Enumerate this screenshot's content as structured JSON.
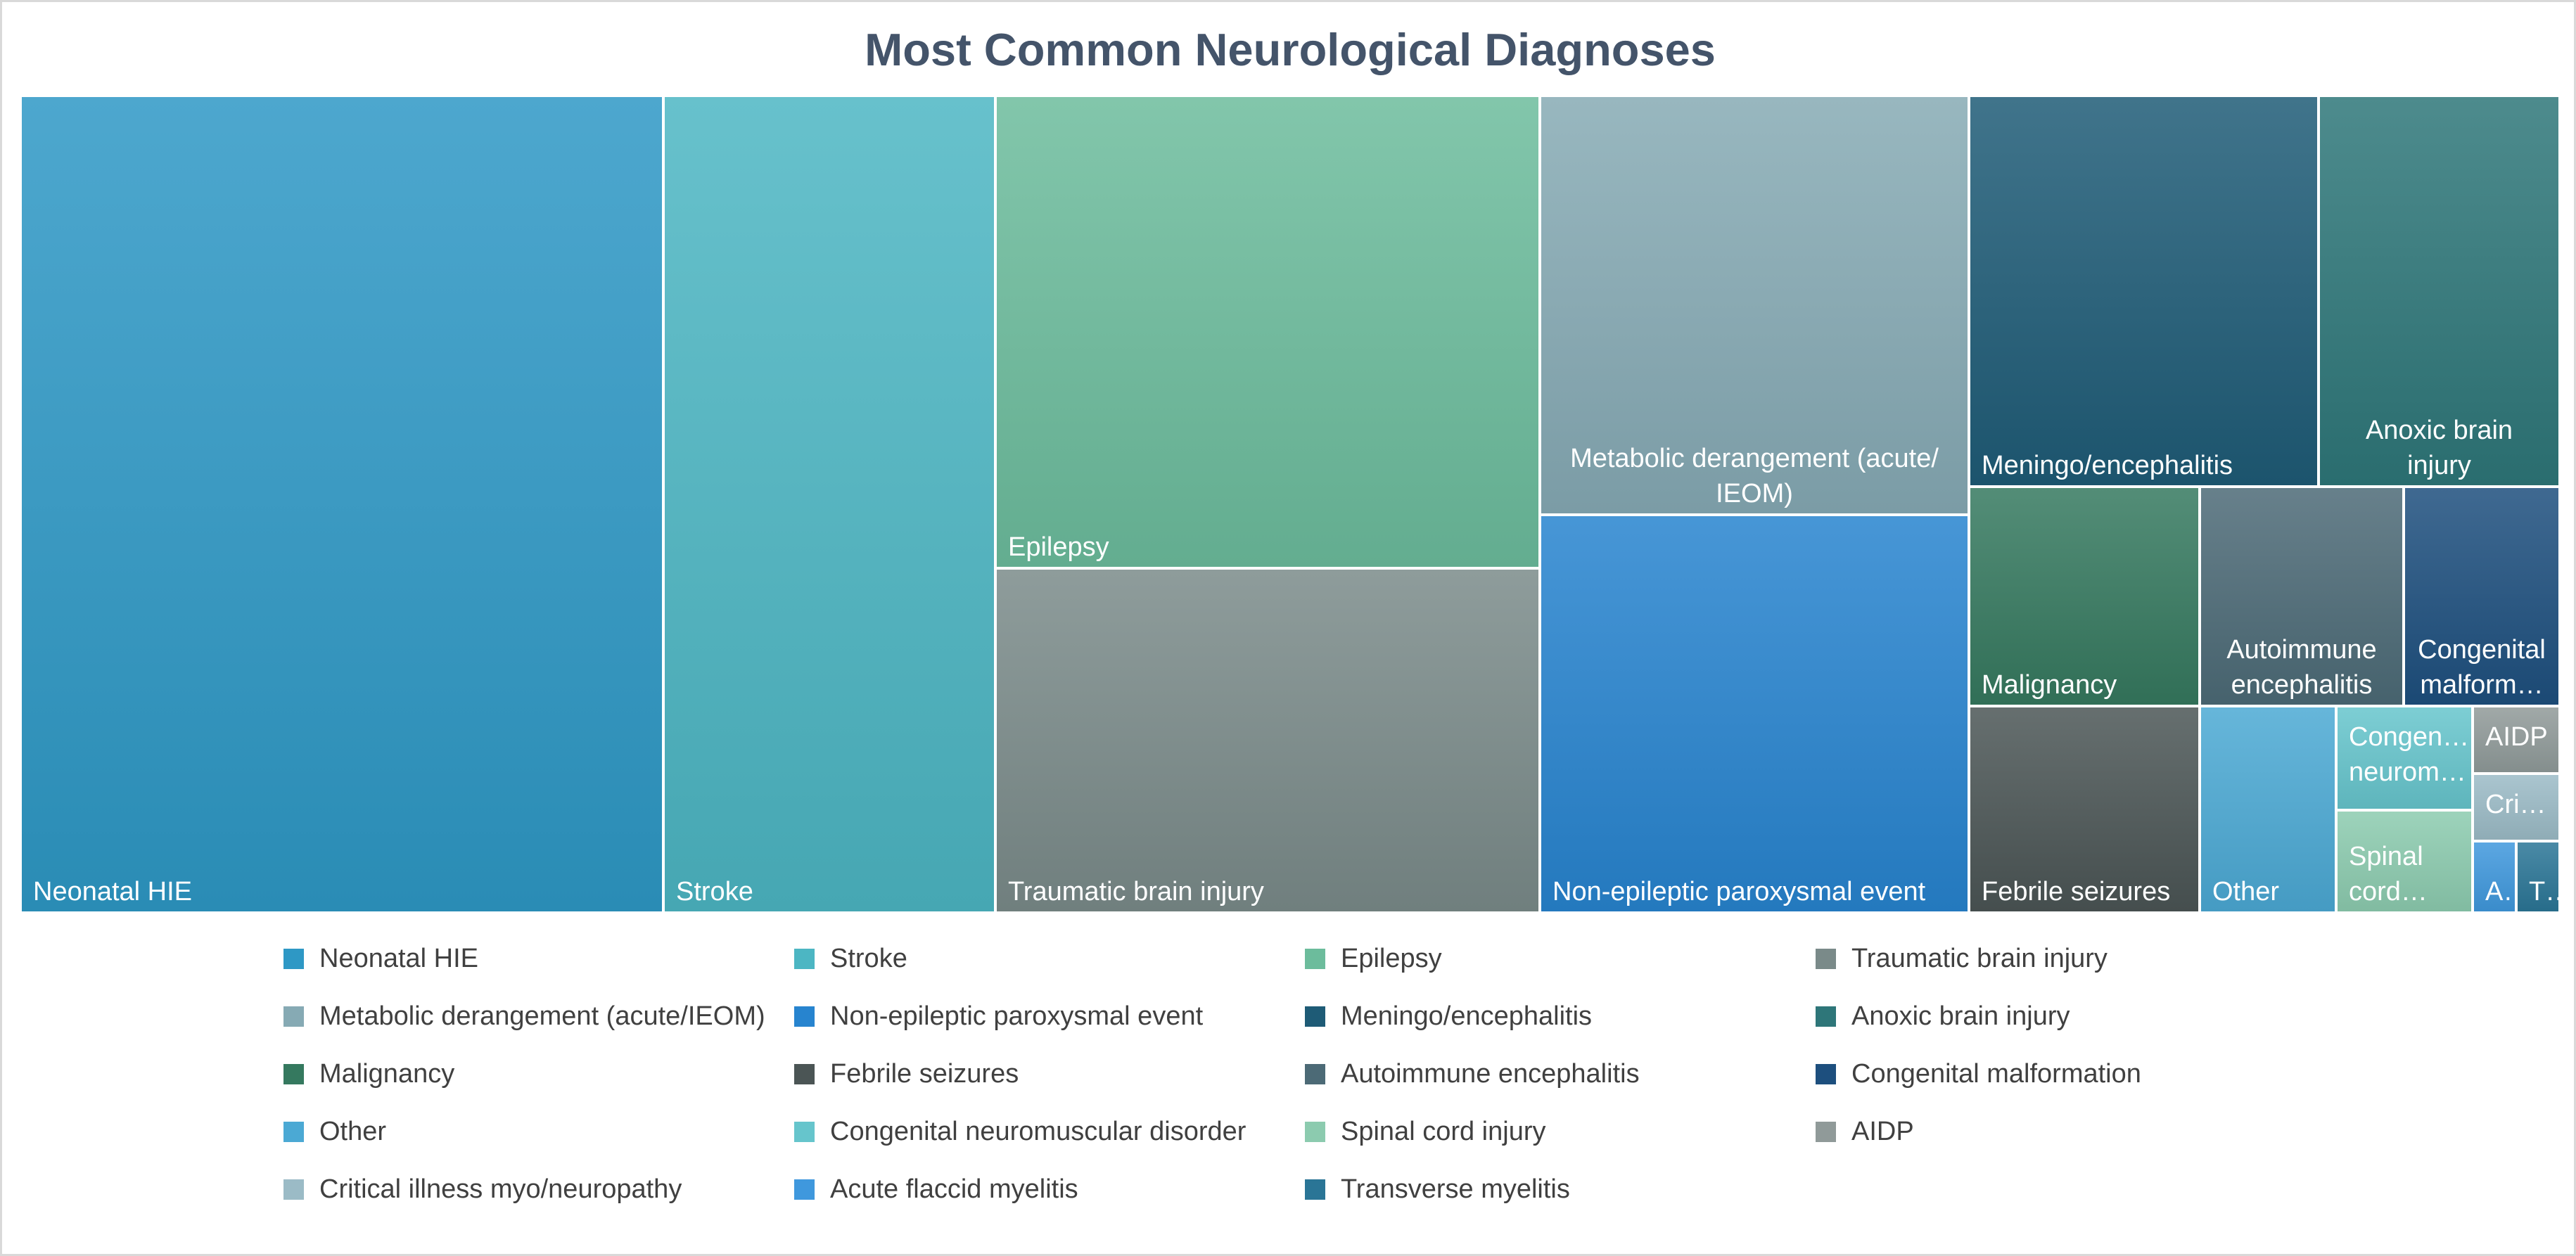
{
  "chart_data": {
    "type": "treemap",
    "title": "Most Common Neurological Diagnoses",
    "legend_position": "bottom",
    "series": [
      {
        "name": "Neonatal HIE",
        "label": "Neonatal HIE",
        "color": "#2e98c5",
        "value": 0.2236
      },
      {
        "name": "Stroke",
        "label": "Stroke",
        "color": "#4cb6c3",
        "value": 0.1153
      },
      {
        "name": "Epilepsy",
        "label": "Epilepsy",
        "color": "#6cbc9c",
        "value": 0.1093
      },
      {
        "name": "Traumatic brain injury",
        "label": "Traumatic brain injury",
        "color": "#7a8a89",
        "value": 0.0798
      },
      {
        "name": "Metabolic derangement (acute/IEOM)",
        "label": "Metabolic derangement (acute/IEOM)",
        "color": "#86aab4",
        "value": 0.0765
      },
      {
        "name": "Non-epileptic paroxysmal event",
        "label": "Non-epileptic paroxysmal event",
        "color": "#2784cf",
        "value": 0.0724
      },
      {
        "name": "Meningo/encephalitis",
        "label": "Meningo/encephalitis",
        "color": "#1e5b76",
        "value": 0.0576
      },
      {
        "name": "Anoxic brain injury",
        "label": "Anoxic brain injury",
        "color": "#2e7679",
        "value": 0.0362
      },
      {
        "name": "Malignancy",
        "label": "Malignancy",
        "color": "#35795f",
        "value": 0.0318
      },
      {
        "name": "Febrile seizures",
        "label": "Febrile seizures",
        "color": "#4b5555",
        "value": 0.0284
      },
      {
        "name": "Autoimmune encephalitis",
        "label": "Autoimmune encephalitis",
        "color": "#4c6a76",
        "value": 0.0313
      },
      {
        "name": "Congenital malformation",
        "label": "Congenital malform…",
        "color": "#1d4f7e",
        "value": 0.0241
      },
      {
        "name": "Other",
        "label": "Other",
        "color": "#4ba9d4",
        "value": 0.0189
      },
      {
        "name": "Congenital neuromuscular disorder",
        "label": "Congen… neurom…",
        "color": "#66c5cc",
        "value": 0.0092
      },
      {
        "name": "Spinal cord injury",
        "label": "Spinal cord…",
        "color": "#8ccbaf",
        "value": 0.0095
      },
      {
        "name": "AIDP",
        "label": "AIDP",
        "color": "#909a99",
        "value": 0.0045
      },
      {
        "name": "Critical illness myo/neuropathy",
        "label": "Cri…",
        "color": "#9bbbc6",
        "value": 0.0042
      },
      {
        "name": "Acute flaccid myelitis",
        "label": "A…",
        "color": "#3f98dd",
        "value": 0.0022
      },
      {
        "name": "Transverse myelitis",
        "label": "T…",
        "color": "#2a7596",
        "value": 0.0022
      }
    ]
  }
}
